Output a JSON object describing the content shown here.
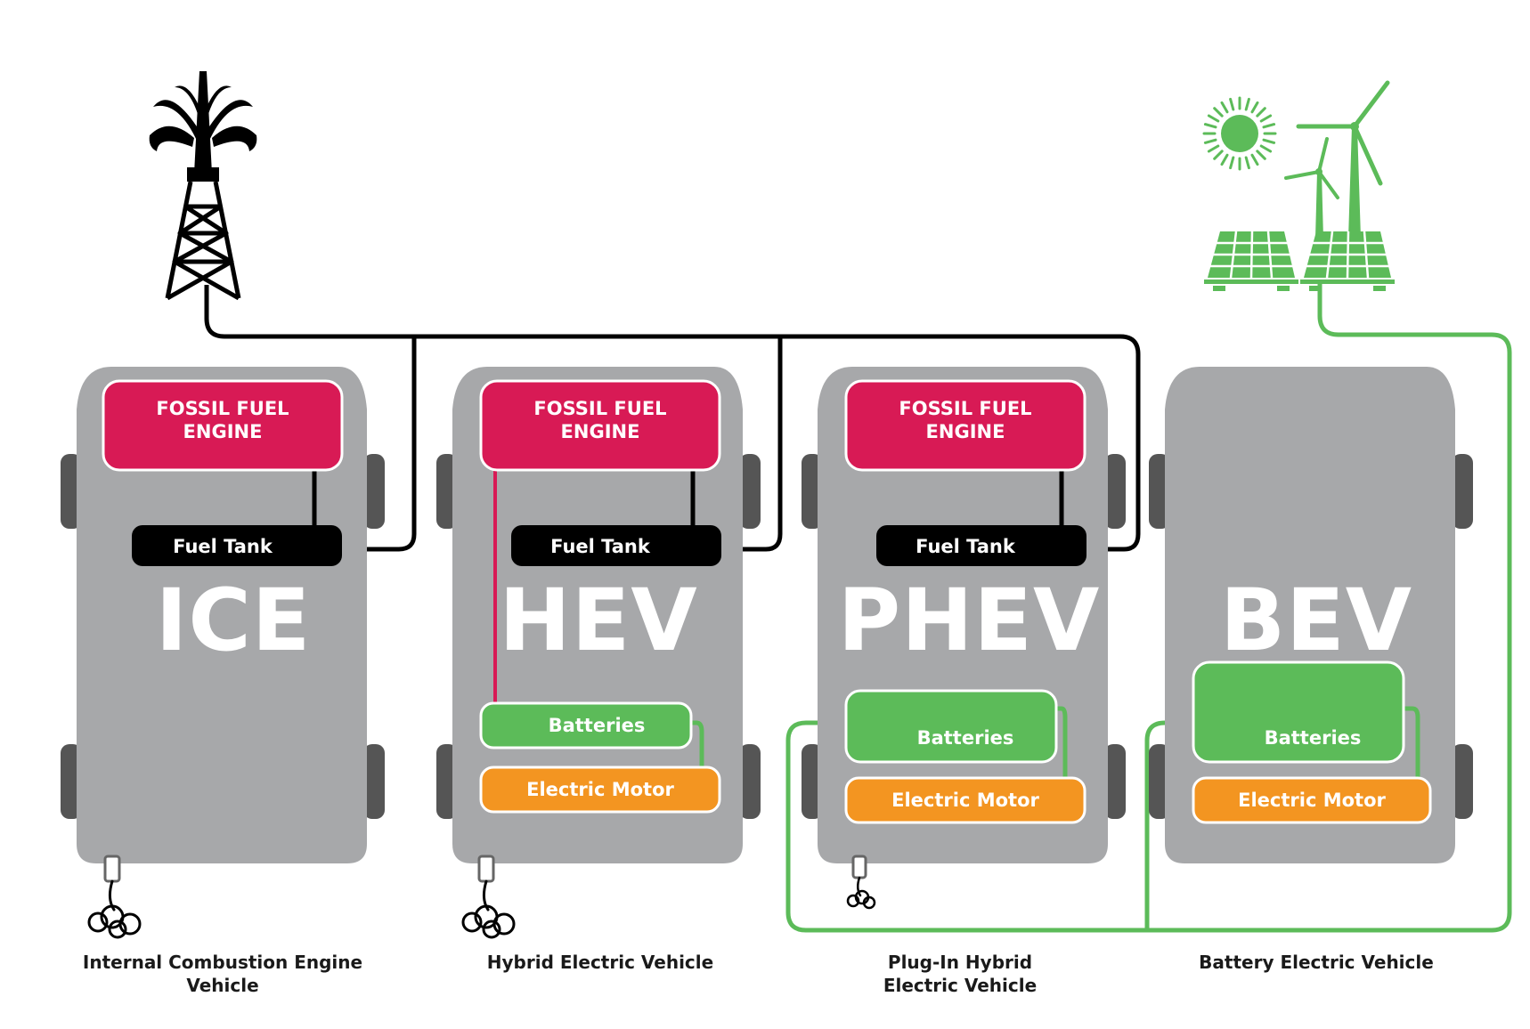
{
  "colors": {
    "car_body": "#a7a8aa",
    "wheel": "#555555",
    "engine": "#d81a55",
    "fuel_tank": "#000000",
    "batteries": "#5cbb59",
    "motor": "#f39521",
    "fossil_line": "#000000",
    "renewable": "#5cbb59",
    "engine_link": "#d81a55"
  },
  "icons": {
    "oil": "oil-derrick-icon",
    "sun": "sun-icon",
    "wind": "wind-turbine-icon",
    "solar": "solar-panel-icon",
    "exhaust": "exhaust-smoke-icon"
  },
  "vehicles": [
    {
      "code": "ICE",
      "engine_label": [
        "FOSSIL FUEL",
        "ENGINE"
      ],
      "fuel_tank_label": "Fuel Tank",
      "caption": [
        "Internal Combustion Engine",
        "Vehicle"
      ]
    },
    {
      "code": "HEV",
      "engine_label": [
        "FOSSIL FUEL",
        "ENGINE"
      ],
      "fuel_tank_label": "Fuel Tank",
      "battery_label": "Batteries",
      "motor_label": "Electric Motor",
      "caption": [
        "Hybrid Electric Vehicle"
      ]
    },
    {
      "code": "PHEV",
      "engine_label": [
        "FOSSIL FUEL",
        "ENGINE"
      ],
      "fuel_tank_label": "Fuel Tank",
      "battery_label": "Batteries",
      "motor_label": "Electric Motor",
      "caption": [
        "Plug-In Hybrid",
        "Electric Vehicle"
      ]
    },
    {
      "code": "BEV",
      "battery_label": "Batteries",
      "motor_label": "Electric Motor",
      "caption": [
        "Battery Electric Vehicle"
      ]
    }
  ]
}
